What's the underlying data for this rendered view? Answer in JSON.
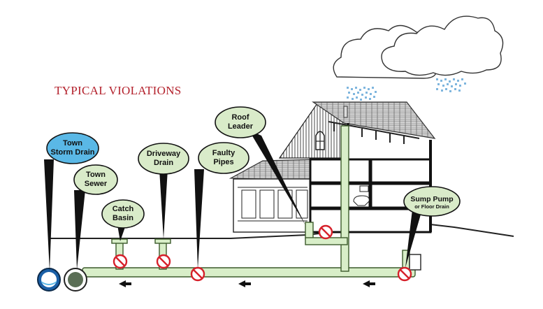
{
  "title": "TYPICAL VIOLATIONS",
  "callouts": {
    "town_storm_drain": [
      "Town",
      "Storm Drain"
    ],
    "town_sewer": [
      "Town",
      "Sewer"
    ],
    "catch_basin": [
      "Catch",
      "Basin"
    ],
    "driveway_drain": [
      "Driveway",
      "Drain"
    ],
    "faulty_pipes": [
      "Faulty",
      "Pipes"
    ],
    "roof_leader": [
      "Roof",
      "Leader"
    ],
    "sump_pump_main": "Sump Pump",
    "sump_pump_sub": "or Floor Drain"
  },
  "colors": {
    "title": "#b3202b",
    "storm_drain_bubble": "#5ab8e6",
    "callout_bubble": "#d9ebc9",
    "pipe": "#d8eec8",
    "pipe_outline": "#3c5a2c",
    "violation": "#d6202a",
    "rain": "#7fb6de"
  },
  "icons": [
    "no-symbol-icon",
    "flow-arrow-icon",
    "cloud-icon",
    "rain-icon"
  ]
}
